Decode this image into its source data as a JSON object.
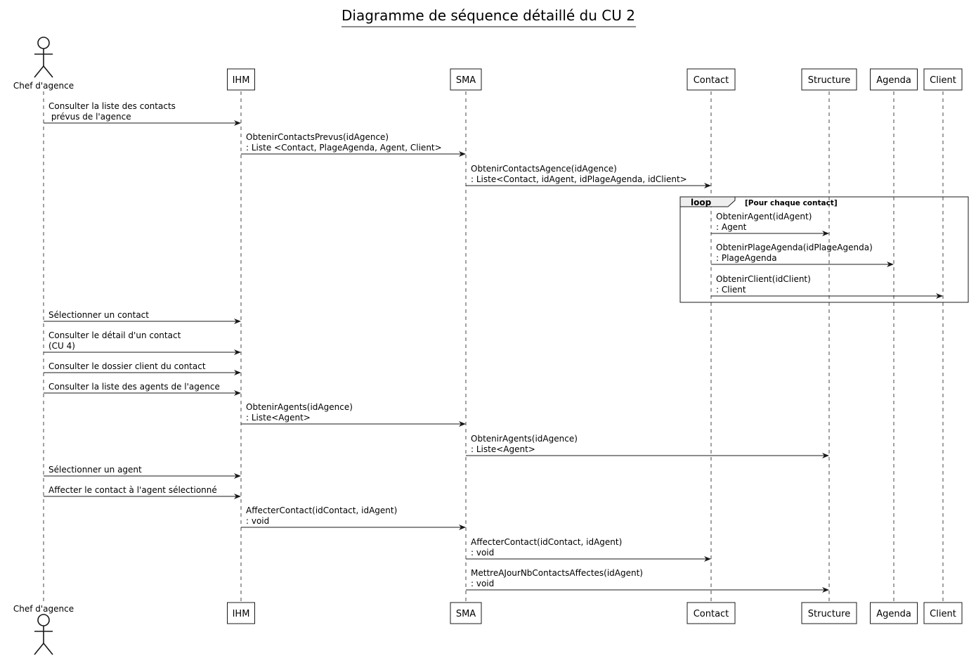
{
  "title": "Diagramme de séquence détaillé du CU 2",
  "participants": [
    {
      "id": "chef",
      "label": "Chef d'agence",
      "kind": "actor"
    },
    {
      "id": "ihm",
      "label": "IHM",
      "kind": "box"
    },
    {
      "id": "sma",
      "label": "SMA",
      "kind": "box"
    },
    {
      "id": "contact",
      "label": "Contact",
      "kind": "box"
    },
    {
      "id": "structure",
      "label": "Structure",
      "kind": "box"
    },
    {
      "id": "agenda",
      "label": "Agenda",
      "kind": "box"
    },
    {
      "id": "client",
      "label": "Client",
      "kind": "box"
    }
  ],
  "messages": [
    {
      "from": "chef",
      "to": "ihm",
      "lines": [
        "Consulter la liste des contacts",
        " prévus de l'agence"
      ]
    },
    {
      "from": "ihm",
      "to": "sma",
      "lines": [
        "ObtenirContactsPrevus(idAgence)",
        ": Liste <Contact, PlageAgenda, Agent, Client>"
      ]
    },
    {
      "from": "sma",
      "to": "contact",
      "lines": [
        "ObtenirContactsAgence(idAgence)",
        ": Liste<Contact, idAgent, idPlageAgenda, idClient>"
      ]
    },
    {
      "from": "contact",
      "to": "structure",
      "lines": [
        "ObtenirAgent(idAgent)",
        ": Agent"
      ]
    },
    {
      "from": "contact",
      "to": "agenda",
      "lines": [
        "ObtenirPlageAgenda(idPlageAgenda)",
        ": PlageAgenda"
      ]
    },
    {
      "from": "contact",
      "to": "client",
      "lines": [
        "ObtenirClient(idClient)",
        ": Client"
      ]
    },
    {
      "from": "chef",
      "to": "ihm",
      "lines": [
        "Sélectionner un contact"
      ]
    },
    {
      "from": "chef",
      "to": "ihm",
      "lines": [
        "Consulter le détail d'un contact",
        "(CU 4)"
      ]
    },
    {
      "from": "chef",
      "to": "ihm",
      "lines": [
        "Consulter le dossier client du contact"
      ]
    },
    {
      "from": "chef",
      "to": "ihm",
      "lines": [
        "Consulter la liste des agents de l'agence"
      ]
    },
    {
      "from": "ihm",
      "to": "sma",
      "lines": [
        "ObtenirAgents(idAgence)",
        ": Liste<Agent>"
      ]
    },
    {
      "from": "sma",
      "to": "structure",
      "lines": [
        "ObtenirAgents(idAgence)",
        ": Liste<Agent>"
      ]
    },
    {
      "from": "chef",
      "to": "ihm",
      "lines": [
        "Sélectionner un agent"
      ]
    },
    {
      "from": "chef",
      "to": "ihm",
      "lines": [
        "Affecter le contact à l'agent sélectionné"
      ]
    },
    {
      "from": "ihm",
      "to": "sma",
      "lines": [
        "AffecterContact(idContact, idAgent)",
        ": void"
      ]
    },
    {
      "from": "sma",
      "to": "contact",
      "lines": [
        "AffecterContact(idContact, idAgent)",
        ": void"
      ]
    },
    {
      "from": "sma",
      "to": "structure",
      "lines": [
        "MettreAJourNbContactsAffectes(idAgent)",
        ": void"
      ]
    }
  ],
  "fragments": [
    {
      "operator": "loop",
      "guard": "[Pour chaque contact]",
      "first_message": 3,
      "last_message": 5
    }
  ]
}
